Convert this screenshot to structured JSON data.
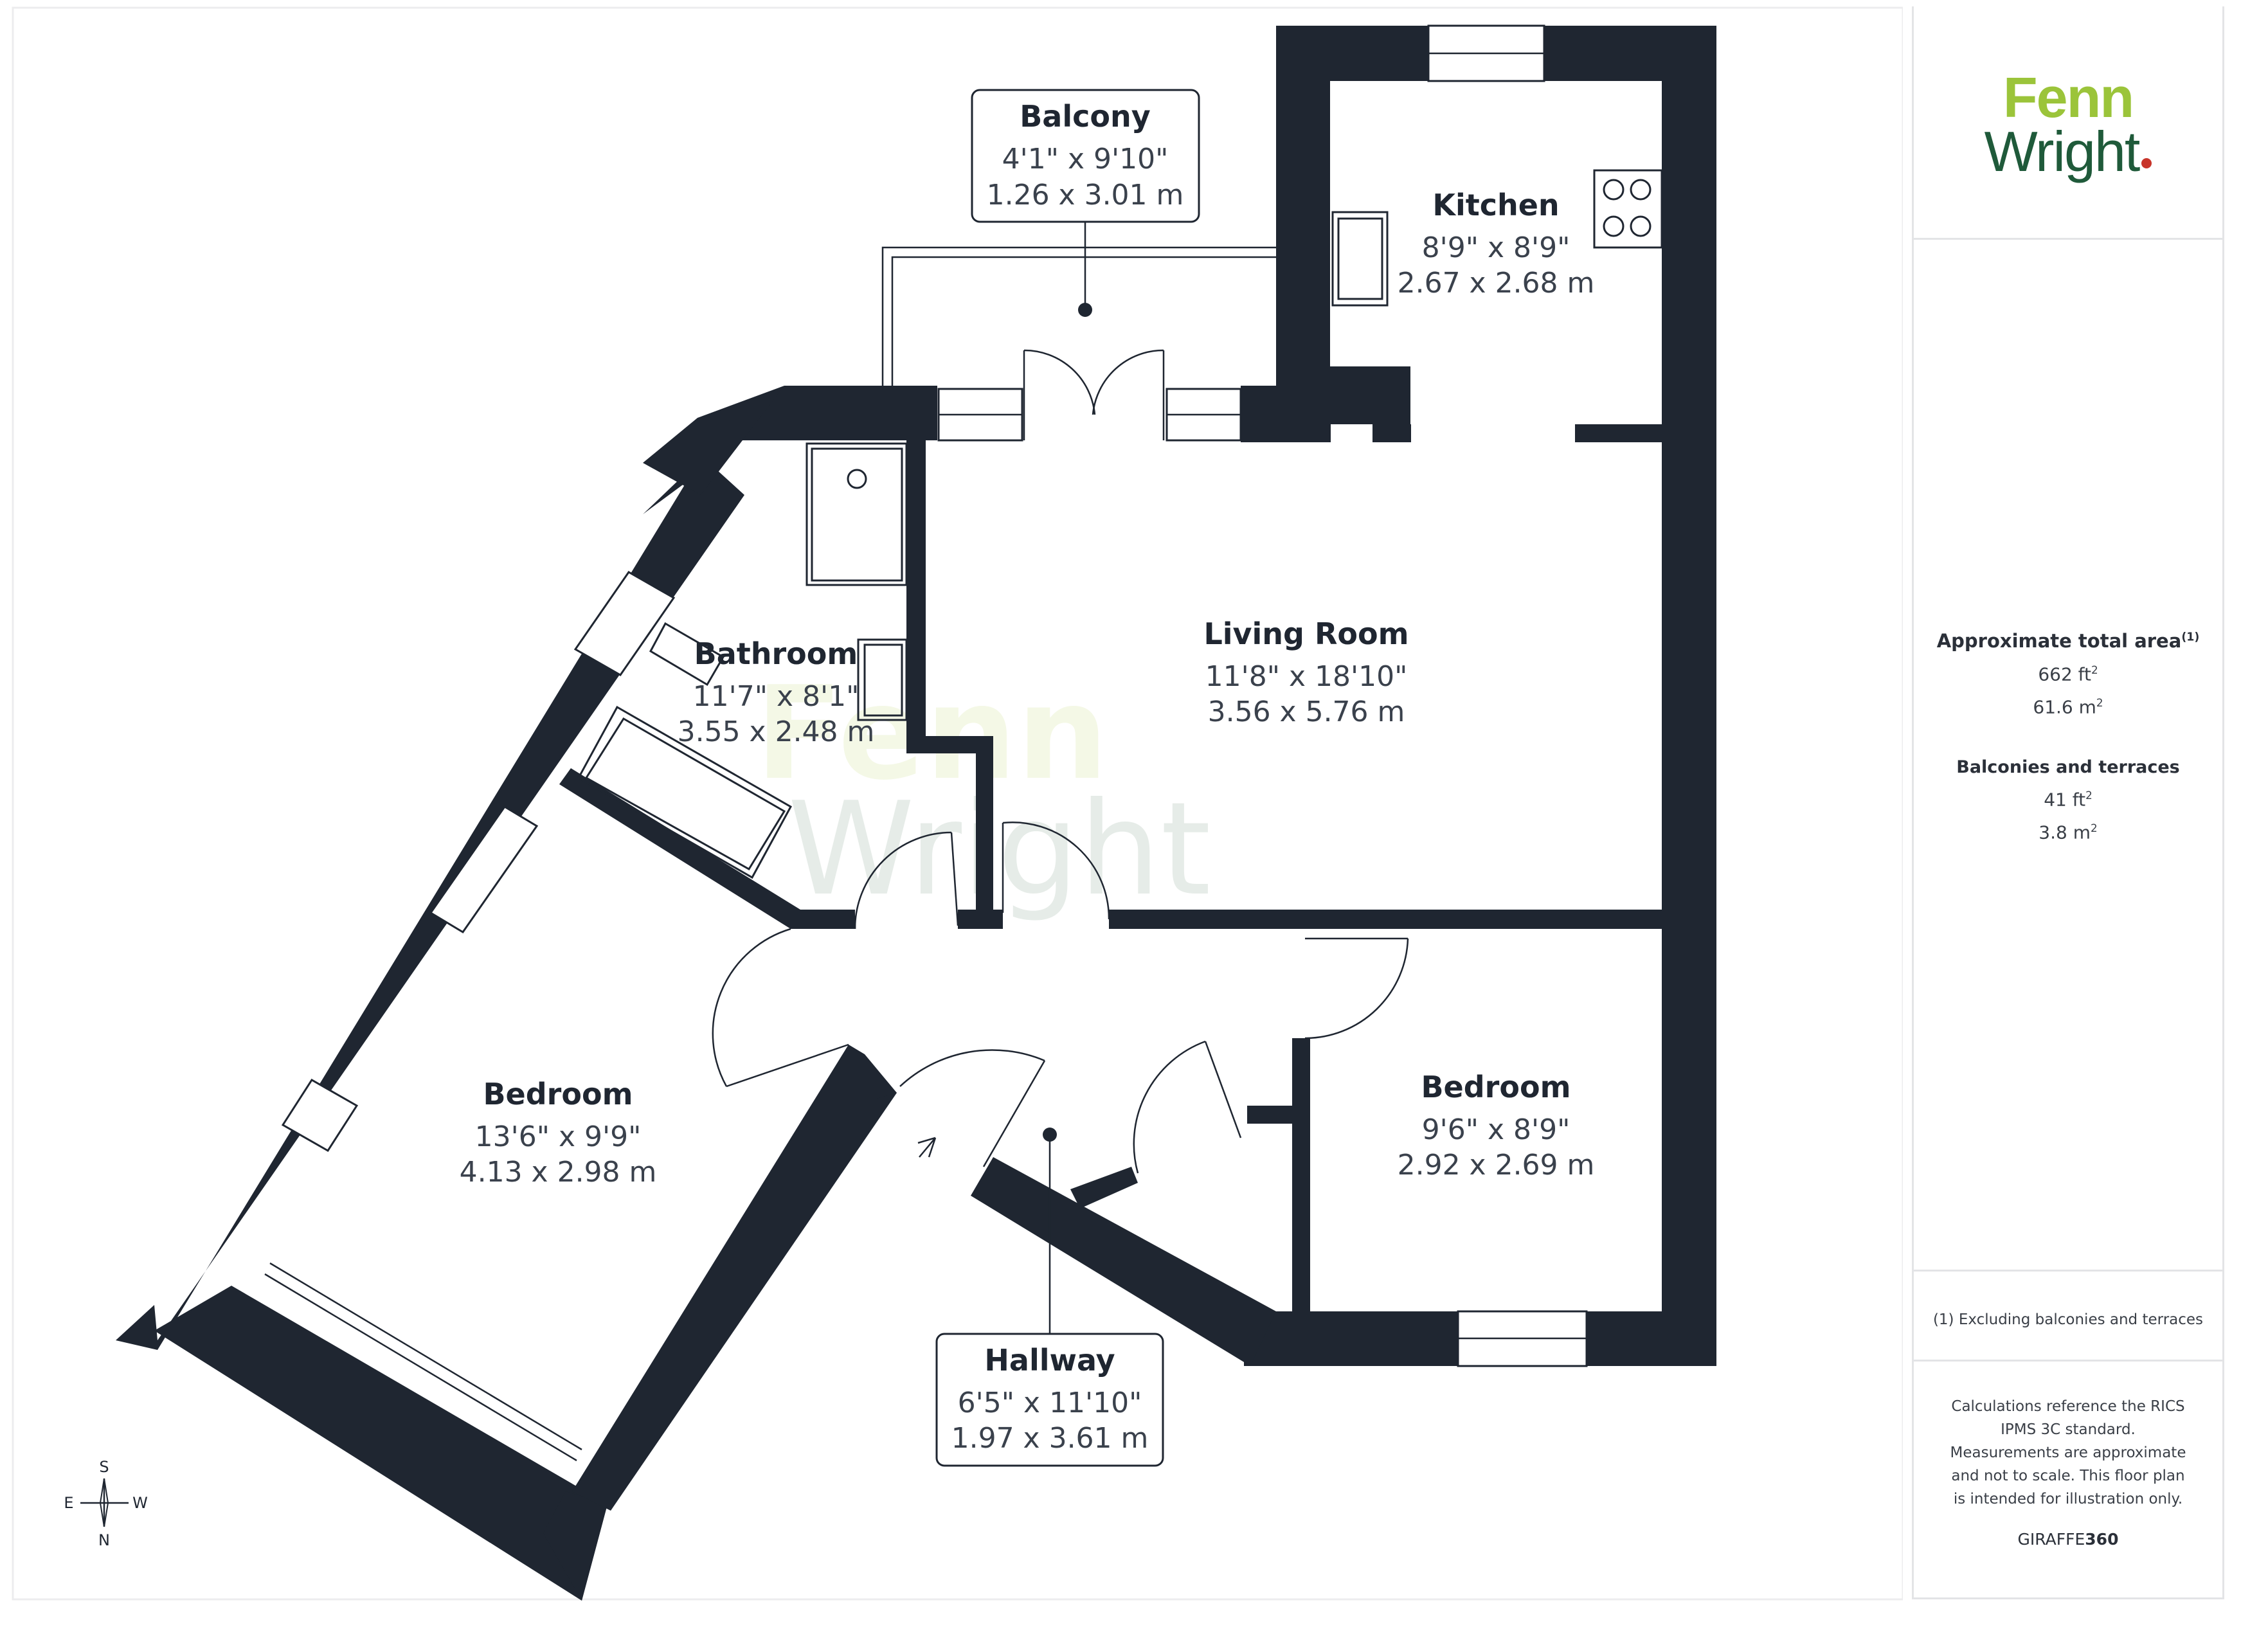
{
  "rooms": {
    "balcony": {
      "name": "Balcony",
      "imperial": "4'1\" x 9'10\"",
      "metric": "1.26 x 3.01 m"
    },
    "kitchen": {
      "name": "Kitchen",
      "imperial": "8'9\" x 8'9\"",
      "metric": "2.67 x 2.68 m"
    },
    "living_room": {
      "name": "Living Room",
      "imperial": "11'8\" x 18'10\"",
      "metric": "3.56 x 5.76 m"
    },
    "bathroom": {
      "name": "Bathroom",
      "imperial": "11'7\" x 8'1\"",
      "metric": "3.55 x 2.48 m"
    },
    "bedroom_1": {
      "name": "Bedroom",
      "imperial": "13'6\" x 9'9\"",
      "metric": "4.13 x 2.98 m"
    },
    "bedroom_2": {
      "name": "Bedroom",
      "imperial": "9'6\" x 8'9\"",
      "metric": "2.92 x 2.69 m"
    },
    "hallway": {
      "name": "Hallway",
      "imperial": "6'5\" x 11'10\"",
      "metric": "1.97 x 3.61 m"
    }
  },
  "compass": {
    "top": "S",
    "left": "E",
    "right": "W",
    "bottom": "N"
  },
  "watermark": {
    "line1": "Fenn",
    "line2": "Wright"
  },
  "sidebar": {
    "logo": {
      "line1": "Fenn",
      "line2": "Wright"
    },
    "total_area": {
      "heading": "Approximate total area",
      "note_ref": "(1)",
      "imperial": "662 ft",
      "metric": "61.6 m",
      "unit_power": "2"
    },
    "balconies": {
      "heading": "Balconies and terraces",
      "imperial": "41 ft",
      "metric": "3.8 m",
      "unit_power": "2"
    },
    "footnote": "(1) Excluding balconies and terraces",
    "disclaimer": "Calculations reference the RICS IPMS 3C standard. Measurements are approximate and not to scale. This floor plan is intended for illustration only.",
    "brand_prefix": "GIRAFFE",
    "brand_suffix": "360"
  },
  "colors": {
    "wall": "#1f2631",
    "logo_green_light": "#9bc43a",
    "logo_green_dark": "#1f5a3a",
    "logo_dot": "#c8342a"
  }
}
